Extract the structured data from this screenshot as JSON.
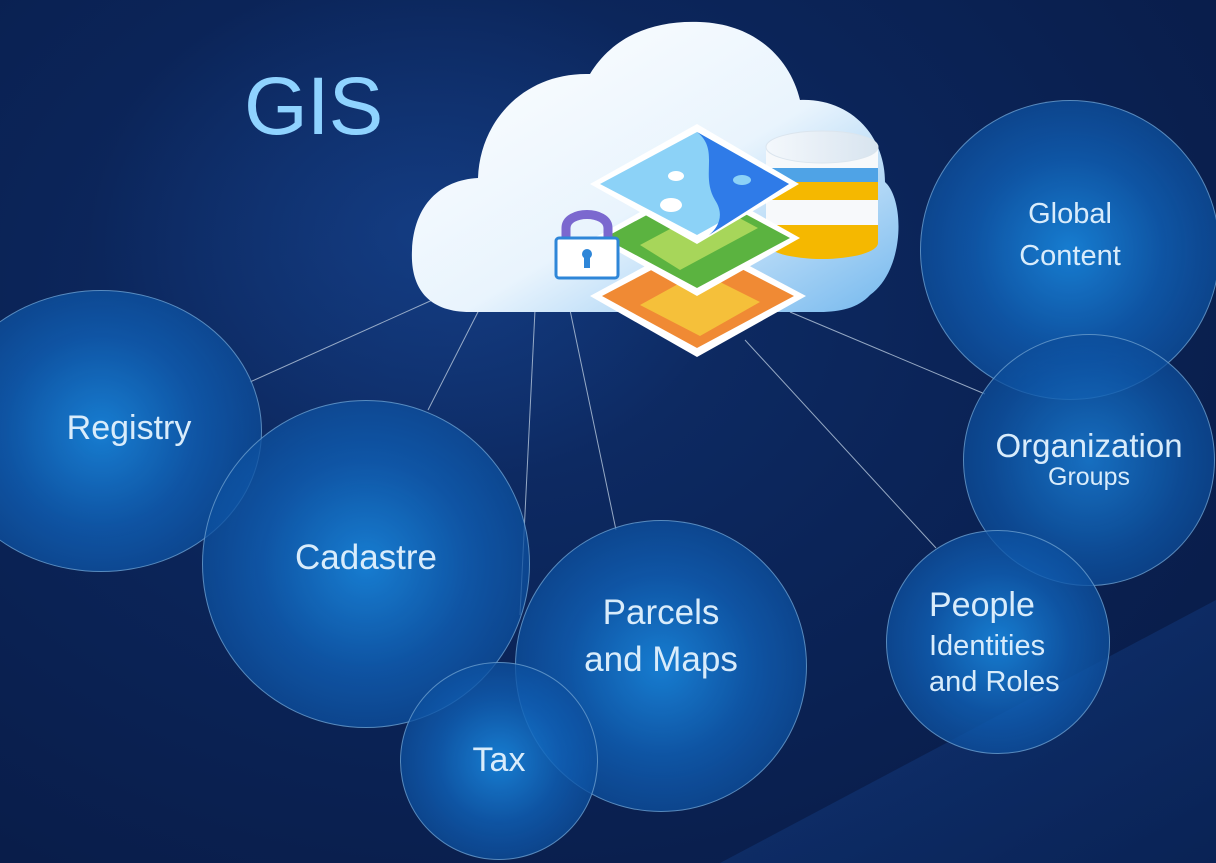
{
  "title": "GIS",
  "nodes": {
    "global": {
      "line1": "Global",
      "line2": "Content"
    },
    "organization": {
      "line1": "Organization",
      "line2": "Groups"
    },
    "people": {
      "line1": "People",
      "line2": "Identities",
      "line3": "and Roles"
    },
    "registry": {
      "label": "Registry"
    },
    "cadastre": {
      "label": "Cadastre"
    },
    "parcels": {
      "line1": "Parcels",
      "line2": "and Maps"
    },
    "tax": {
      "label": "Tax"
    }
  },
  "colors": {
    "background": "#0b2458",
    "title": "#8fd3ff",
    "bubble": "#1a7fd0",
    "cloud": "#ffffff",
    "database_band": "#f5b800",
    "database_band_blue": "#4fa3e6"
  },
  "icons": [
    "cloud-icon",
    "lock-icon",
    "database-icon",
    "map-layers-icon"
  ]
}
